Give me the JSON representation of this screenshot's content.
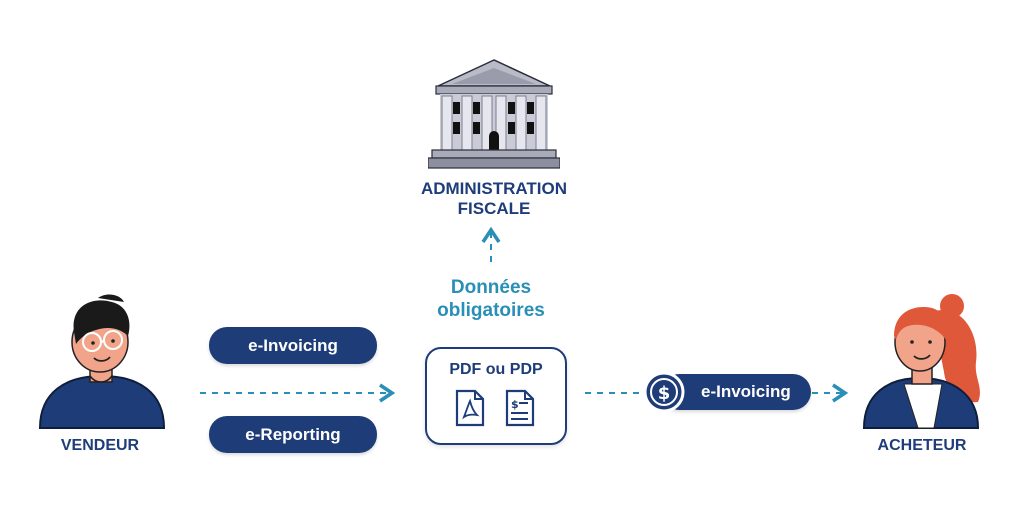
{
  "nodes": {
    "administration": {
      "line1": "ADMINISTRATION",
      "line2": "FISCALE",
      "icon": "bank-building-icon"
    },
    "vendeur": {
      "label": "VENDEUR",
      "icon": "man-avatar-icon"
    },
    "acheteur": {
      "label": "ACHETEUR",
      "icon": "woman-avatar-icon"
    },
    "platform": {
      "label": "PDF ou PDP",
      "icons": [
        "pdf-file-icon",
        "invoice-file-icon"
      ]
    }
  },
  "edges": {
    "to_admin": {
      "line1": "Données",
      "line2": "obligatoires"
    },
    "vendor_out": [
      "e-Invoicing",
      "e-Reporting"
    ],
    "to_buyer": {
      "label": "e-Invoicing",
      "icon": "dollar-coin-icon"
    }
  },
  "colors": {
    "navy": "#1e3d78",
    "teal": "#2a8fb6",
    "hair_man": "#1a1a1a",
    "hair_woman": "#e0583a",
    "skin": "#f1a48a",
    "building": "#a9abb8"
  }
}
